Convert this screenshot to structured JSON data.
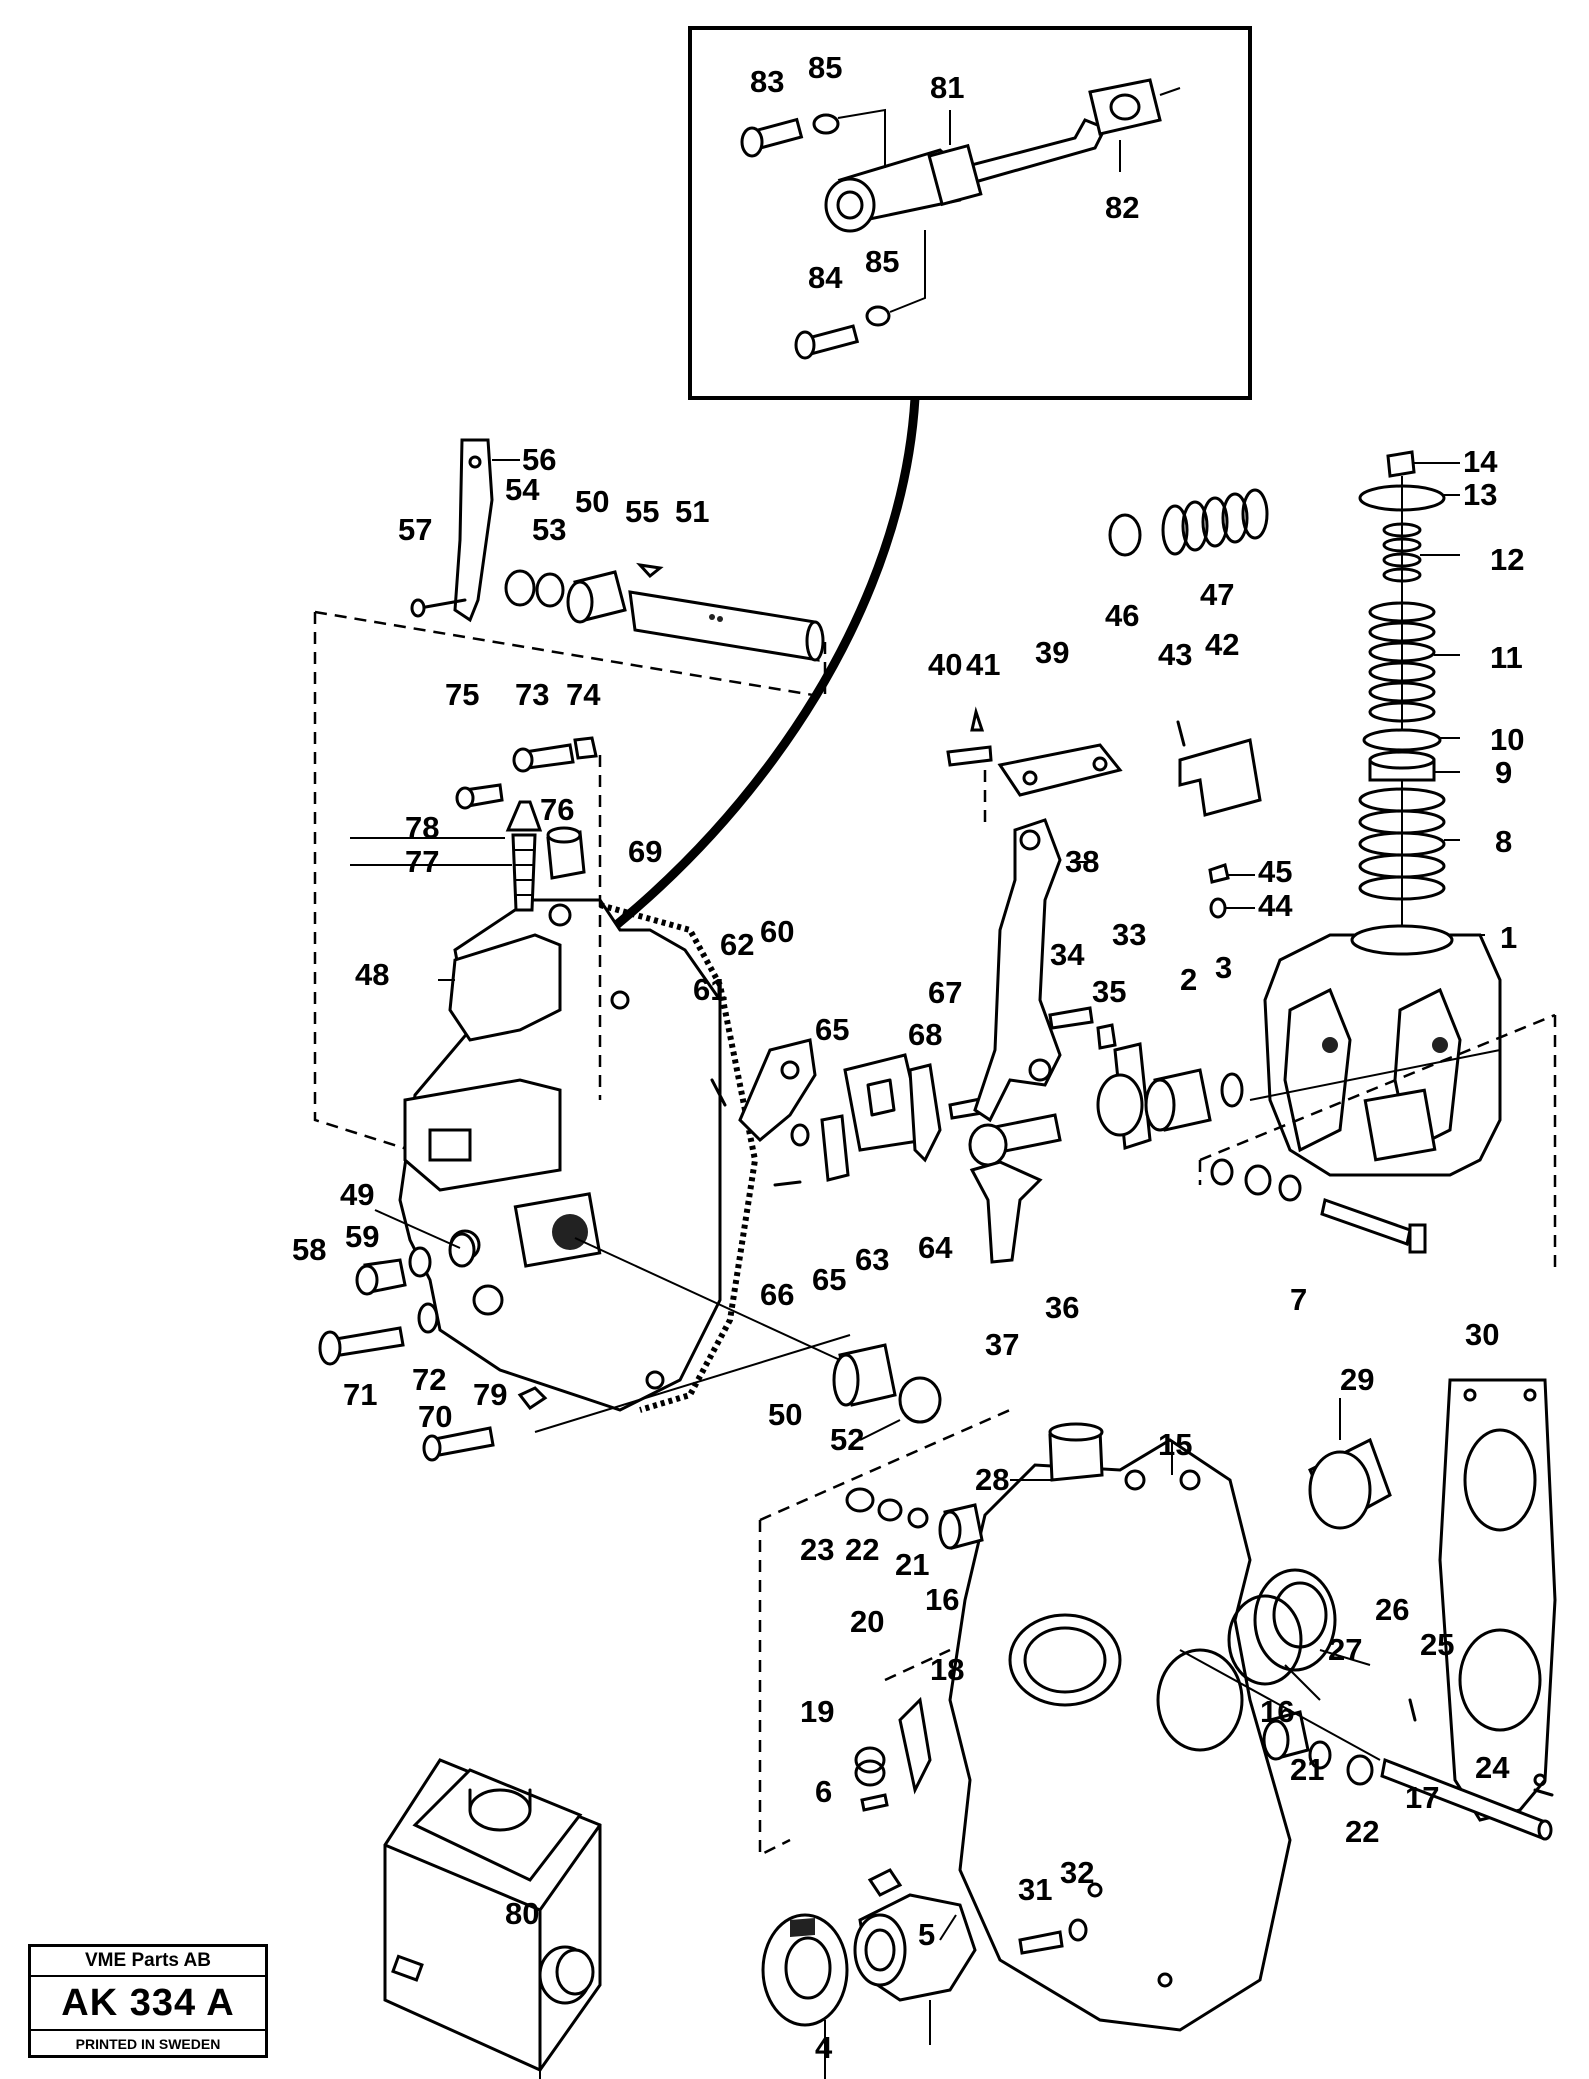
{
  "parts": {
    "p1": "1",
    "p2": "2",
    "p3": "3",
    "p4": "4",
    "p5": "5",
    "p6": "6",
    "p7": "7",
    "p8": "8",
    "p9": "9",
    "p10": "10",
    "p11": "11",
    "p12": "12",
    "p13": "13",
    "p14": "14",
    "p15": "15",
    "p16a": "16",
    "p16b": "16",
    "p17": "17",
    "p18": "18",
    "p19": "19",
    "p20": "20",
    "p21a": "21",
    "p21b": "21",
    "p22a": "22",
    "p22b": "22",
    "p23": "23",
    "p24": "24",
    "p25": "25",
    "p26": "26",
    "p27": "27",
    "p28": "28",
    "p29": "29",
    "p30": "30",
    "p31": "31",
    "p32": "32",
    "p33": "33",
    "p34": "34",
    "p35": "35",
    "p36": "36",
    "p37": "37",
    "p38": "38",
    "p39": "39",
    "p40": "40",
    "p41": "41",
    "p42": "42",
    "p43": "43",
    "p44": "44",
    "p45": "45",
    "p46": "46",
    "p47": "47",
    "p48": "48",
    "p49": "49",
    "p50a": "50",
    "p50b": "50",
    "p51": "51",
    "p52": "52",
    "p53": "53",
    "p54": "54",
    "p55": "55",
    "p56": "56",
    "p57": "57",
    "p58": "58",
    "p59": "59",
    "p60": "60",
    "p61": "61",
    "p62": "62",
    "p63": "63",
    "p64": "64",
    "p65a": "65",
    "p65b": "65",
    "p66": "66",
    "p67": "67",
    "p68": "68",
    "p69": "69",
    "p70": "70",
    "p71": "71",
    "p72": "72",
    "p73": "73",
    "p74": "74",
    "p75": "75",
    "p76": "76",
    "p77": "77",
    "p78": "78",
    "p79": "79",
    "p80": "80",
    "p81": "81",
    "p82": "82",
    "p83": "83",
    "p84": "84",
    "p85a": "85",
    "p85b": "85"
  },
  "stamp": {
    "company": "VME Parts AB",
    "code": "AK 334 A",
    "printed": "PRINTED IN SWEDEN"
  }
}
